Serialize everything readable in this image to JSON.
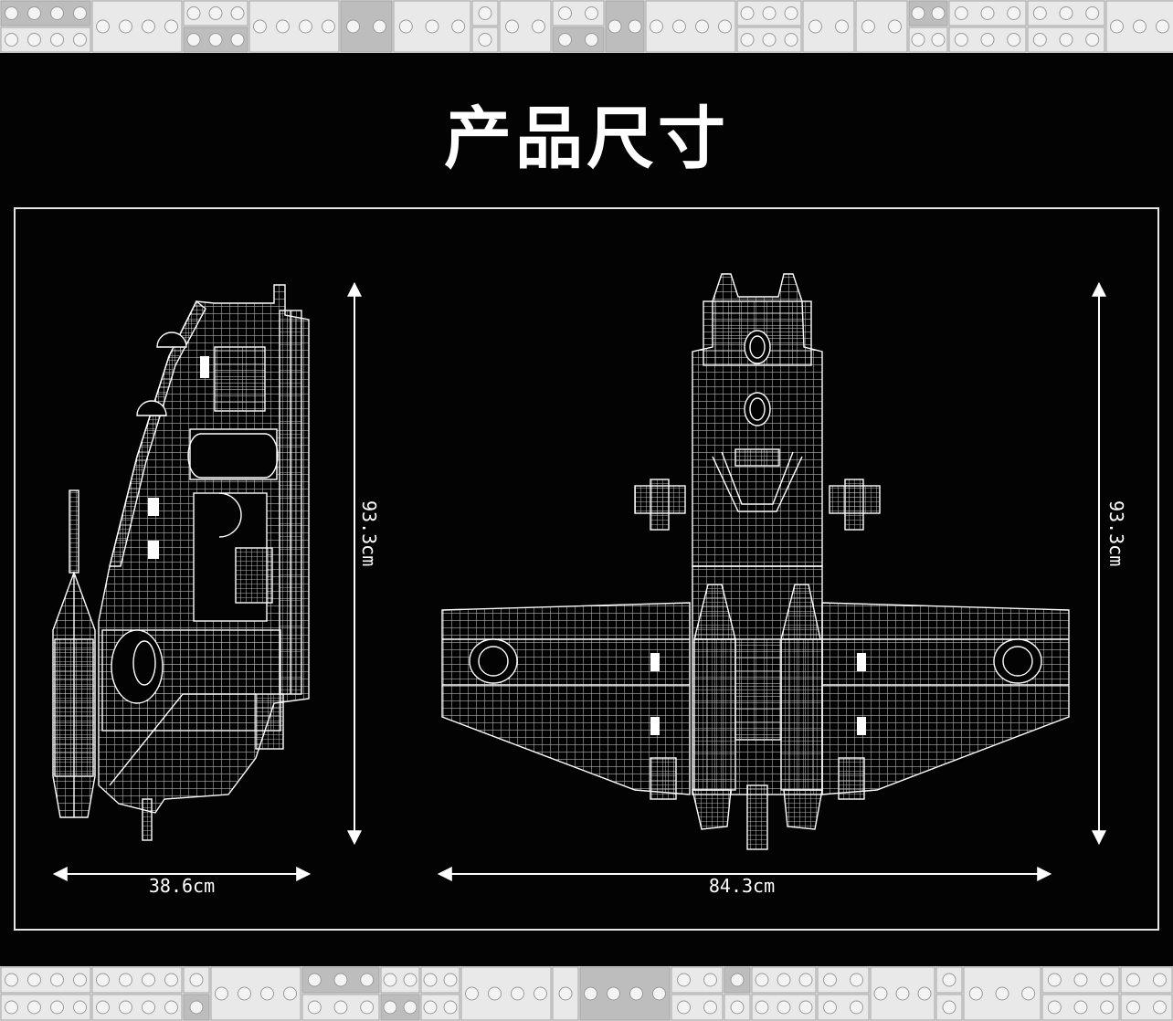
{
  "title": "产品尺寸",
  "dimensions": {
    "side_view": {
      "width": "38.6cm",
      "height": "93.3cm"
    },
    "top_view": {
      "width": "84.3cm",
      "height": "93.3cm"
    }
  },
  "colors": {
    "background": "#030303",
    "line": "#ffffff",
    "band": "#dcdcdc"
  }
}
